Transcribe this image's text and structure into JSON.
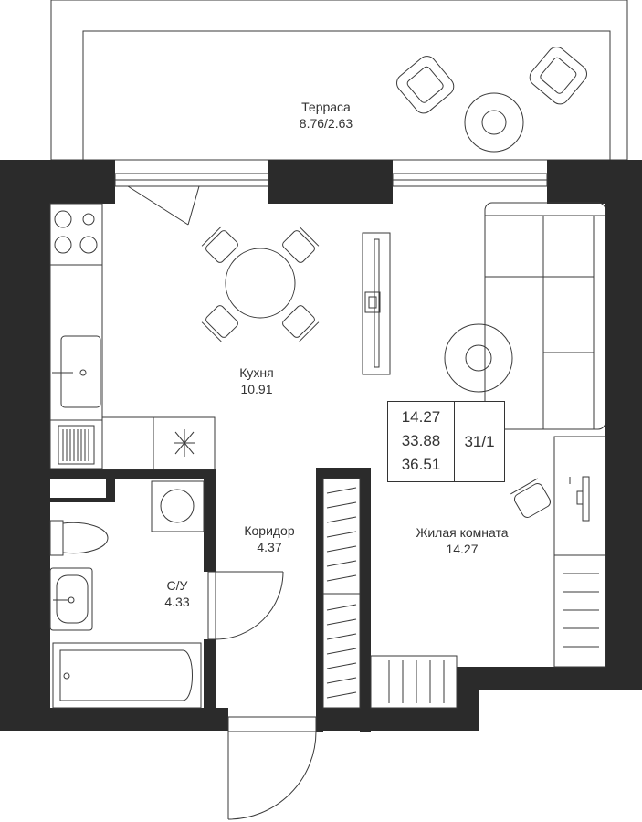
{
  "rooms": {
    "terrace": {
      "name": "Терраса",
      "area": "8.76/2.63"
    },
    "kitchen": {
      "name": "Кухня",
      "area": "10.91"
    },
    "corridor": {
      "name": "Коридор",
      "area": "4.37"
    },
    "bathroom": {
      "name": "С/У",
      "area": "4.33"
    },
    "living": {
      "name": "Жилая комната",
      "area": "14.27"
    }
  },
  "summary": {
    "living_area": "14.27",
    "total_area": "33.88",
    "total_with_terrace": "36.51",
    "apartment": "31/1"
  },
  "colors": {
    "wall": "#2b2b2b",
    "line": "#3a3a3a",
    "background": "#ffffff"
  }
}
